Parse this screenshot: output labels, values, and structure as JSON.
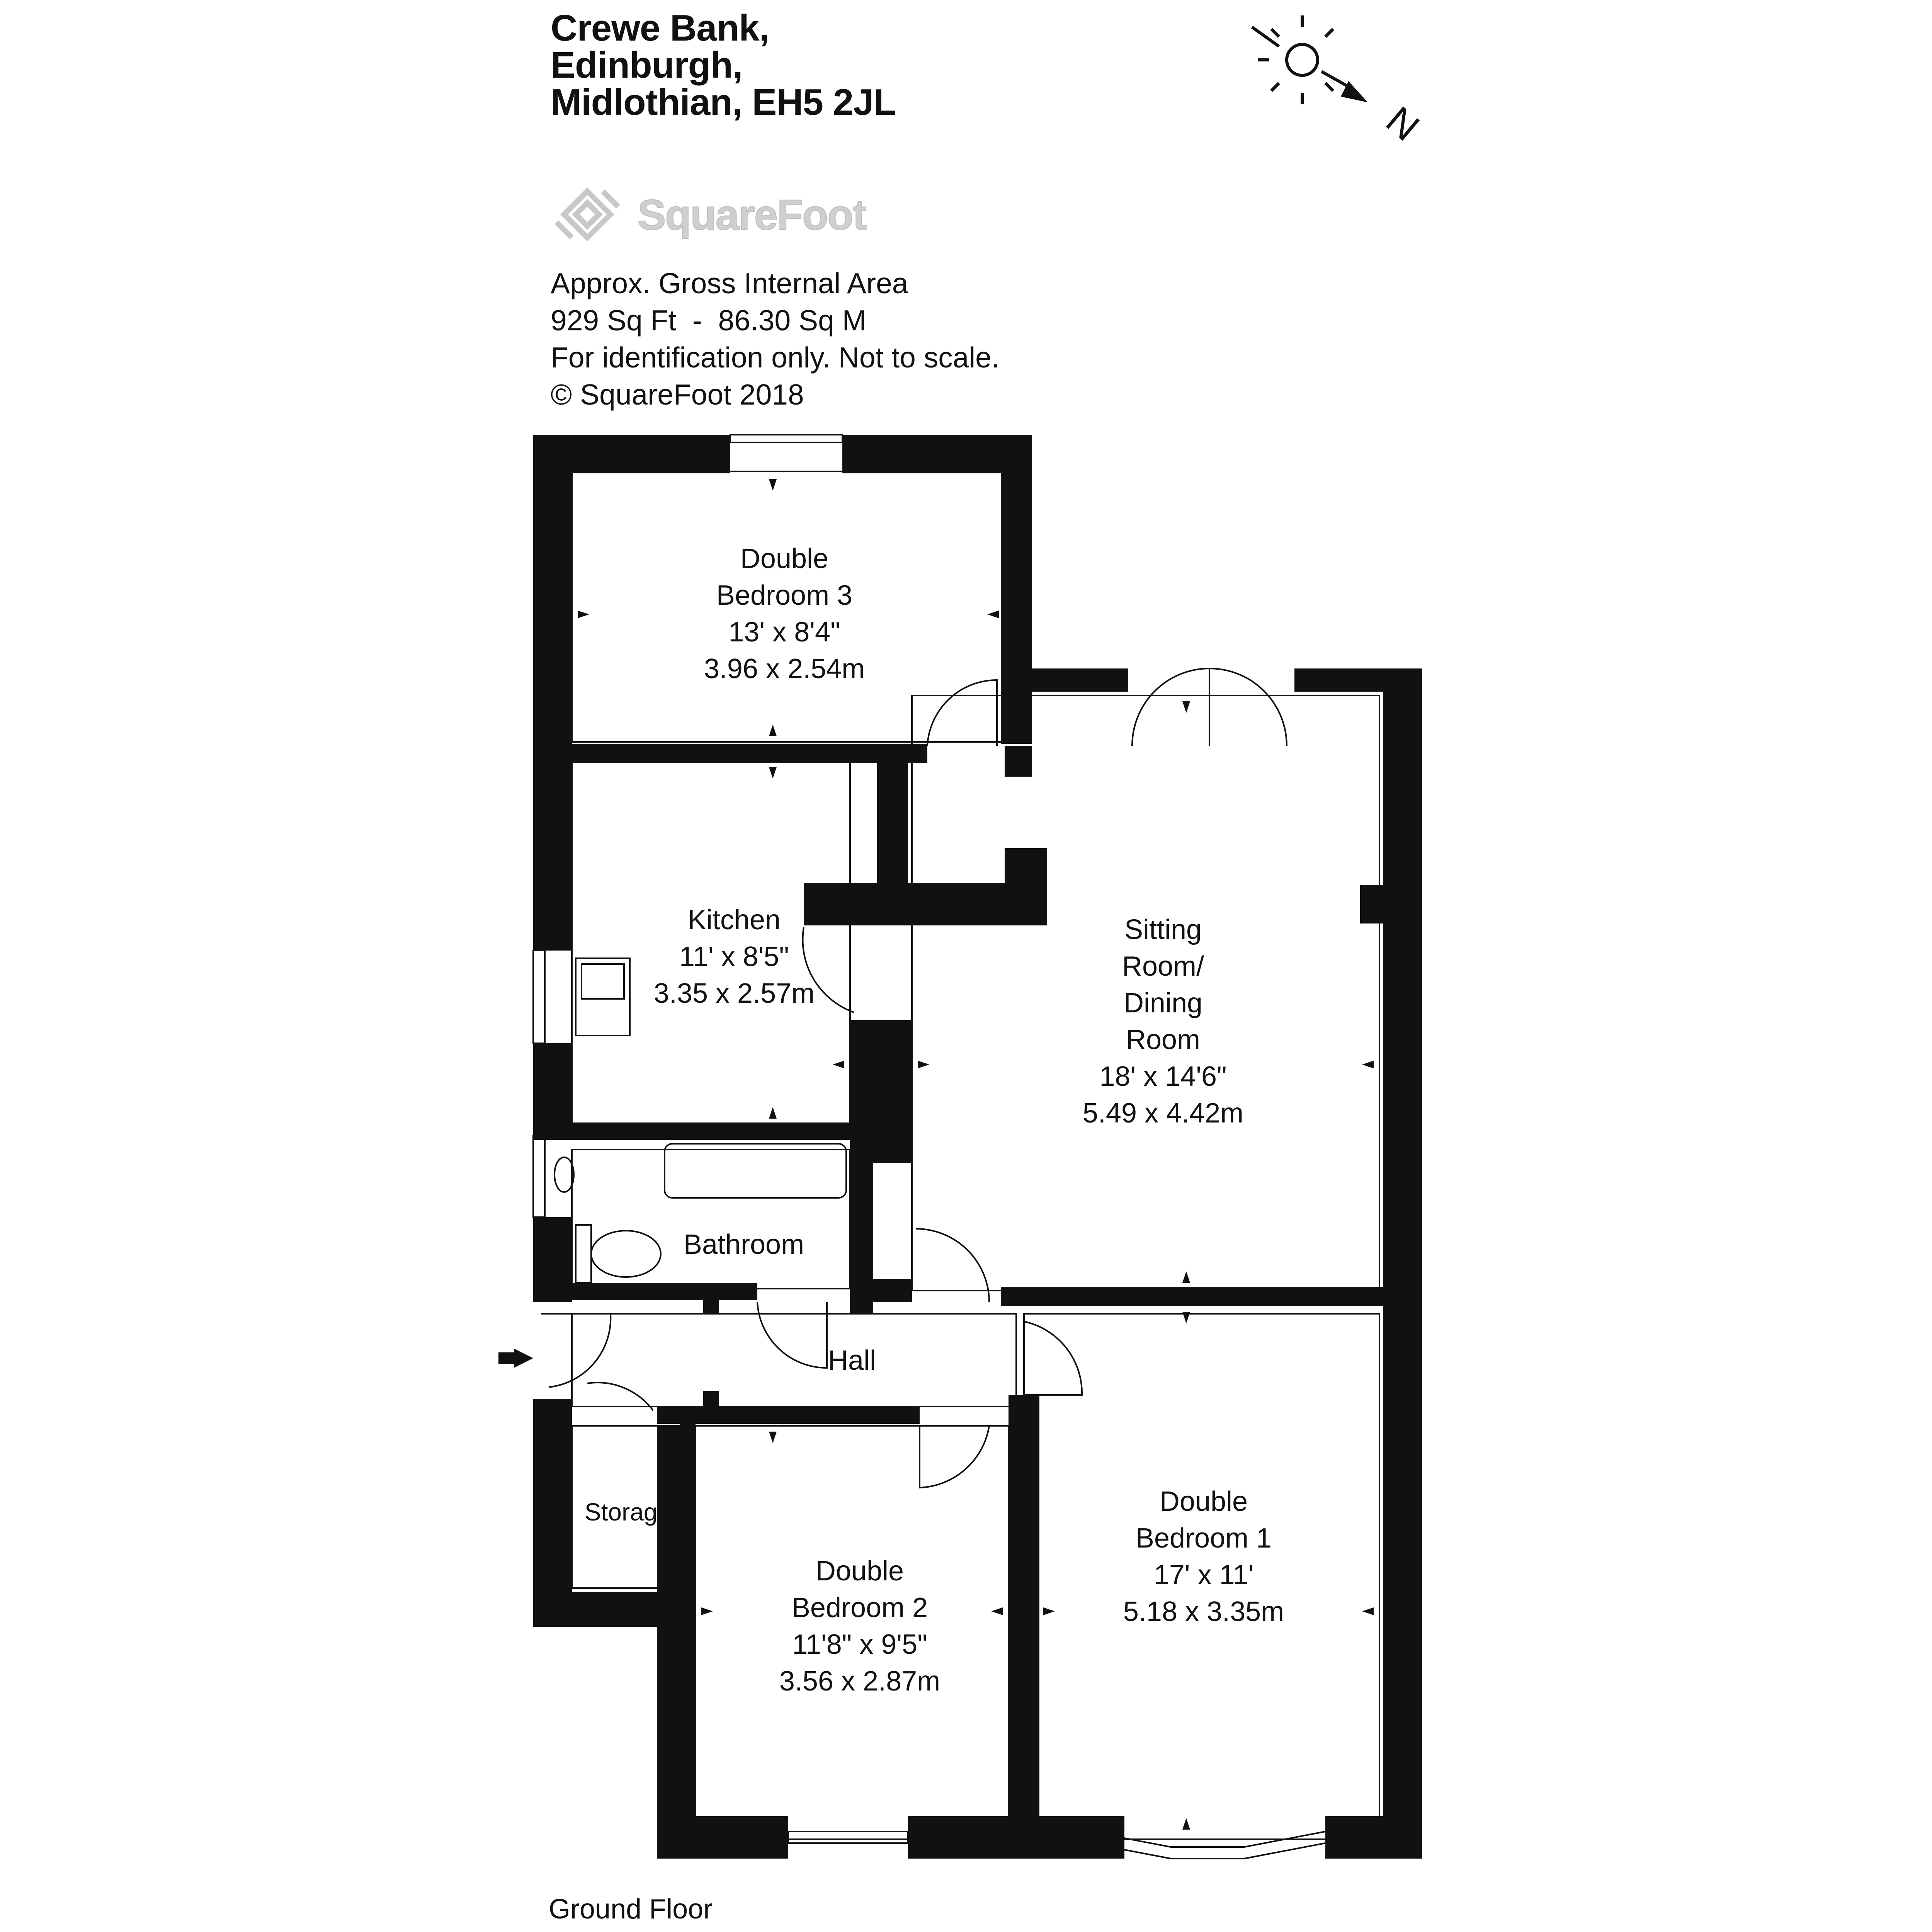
{
  "address": {
    "line1": "Crewe Bank,",
    "line2": "Edinburgh,",
    "line3": "Midlothian, EH5 2JL"
  },
  "logo": {
    "text": "SquareFoot"
  },
  "info": {
    "line1": "Approx. Gross Internal Area",
    "line2": "929 Sq Ft  -  86.30 Sq M",
    "line3": "For identification only. Not to scale.",
    "line4": "© SquareFoot 2018"
  },
  "compass": {
    "label": "N"
  },
  "rooms": {
    "bedroom3": {
      "l1": "Double",
      "l2": "Bedroom 3",
      "imperial": "13' x 8'4\"",
      "metric": "3.96 x 2.54m"
    },
    "kitchen": {
      "l1": "Kitchen",
      "imperial": "11' x 8'5\"",
      "metric": "3.35 x 2.57m"
    },
    "sitting": {
      "l1": "Sitting",
      "l2": "Room/",
      "l3": "Dining",
      "l4": "Room",
      "imperial": "18' x 14'6\"",
      "metric": "5.49 x 4.42m"
    },
    "bathroom": {
      "l1": "Bathroom"
    },
    "hall": {
      "l1": "Hall"
    },
    "storage": {
      "l1": "Storage"
    },
    "bedroom2": {
      "l1": "Double",
      "l2": "Bedroom 2",
      "imperial": "11'8\" x 9'5\"",
      "metric": "3.56 x 2.87m"
    },
    "bedroom1": {
      "l1": "Double",
      "l2": "Bedroom 1",
      "imperial": "17' x 11'",
      "metric": "5.18 x 3.35m"
    }
  },
  "floor_label": "Ground Floor"
}
